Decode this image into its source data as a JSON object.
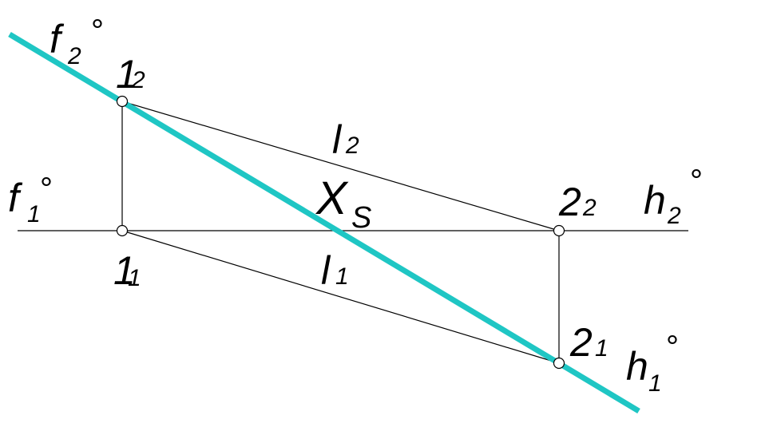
{
  "colors": {
    "trace_line": "#1fc6c4",
    "ink": "#000000",
    "background": "#ffffff"
  },
  "labels": {
    "f2": {
      "main": "f",
      "sub": "2",
      "deg": "°"
    },
    "f1": {
      "main": "f",
      "sub": "1",
      "deg": "°"
    },
    "h2": {
      "main": "h",
      "sub": "2",
      "deg": "°"
    },
    "h1": {
      "main": "h",
      "sub": "1",
      "deg": "°"
    },
    "p12": {
      "main": "1",
      "sub": "2"
    },
    "p11": {
      "main": "1",
      "sub": "1"
    },
    "p22": {
      "main": "2",
      "sub": "2"
    },
    "p21": {
      "main": "2",
      "sub": "1"
    },
    "l2": {
      "main": "l",
      "sub": "2"
    },
    "l1": {
      "main": "l",
      "sub": "1"
    },
    "xs": {
      "main": "X",
      "sub": "S"
    }
  }
}
